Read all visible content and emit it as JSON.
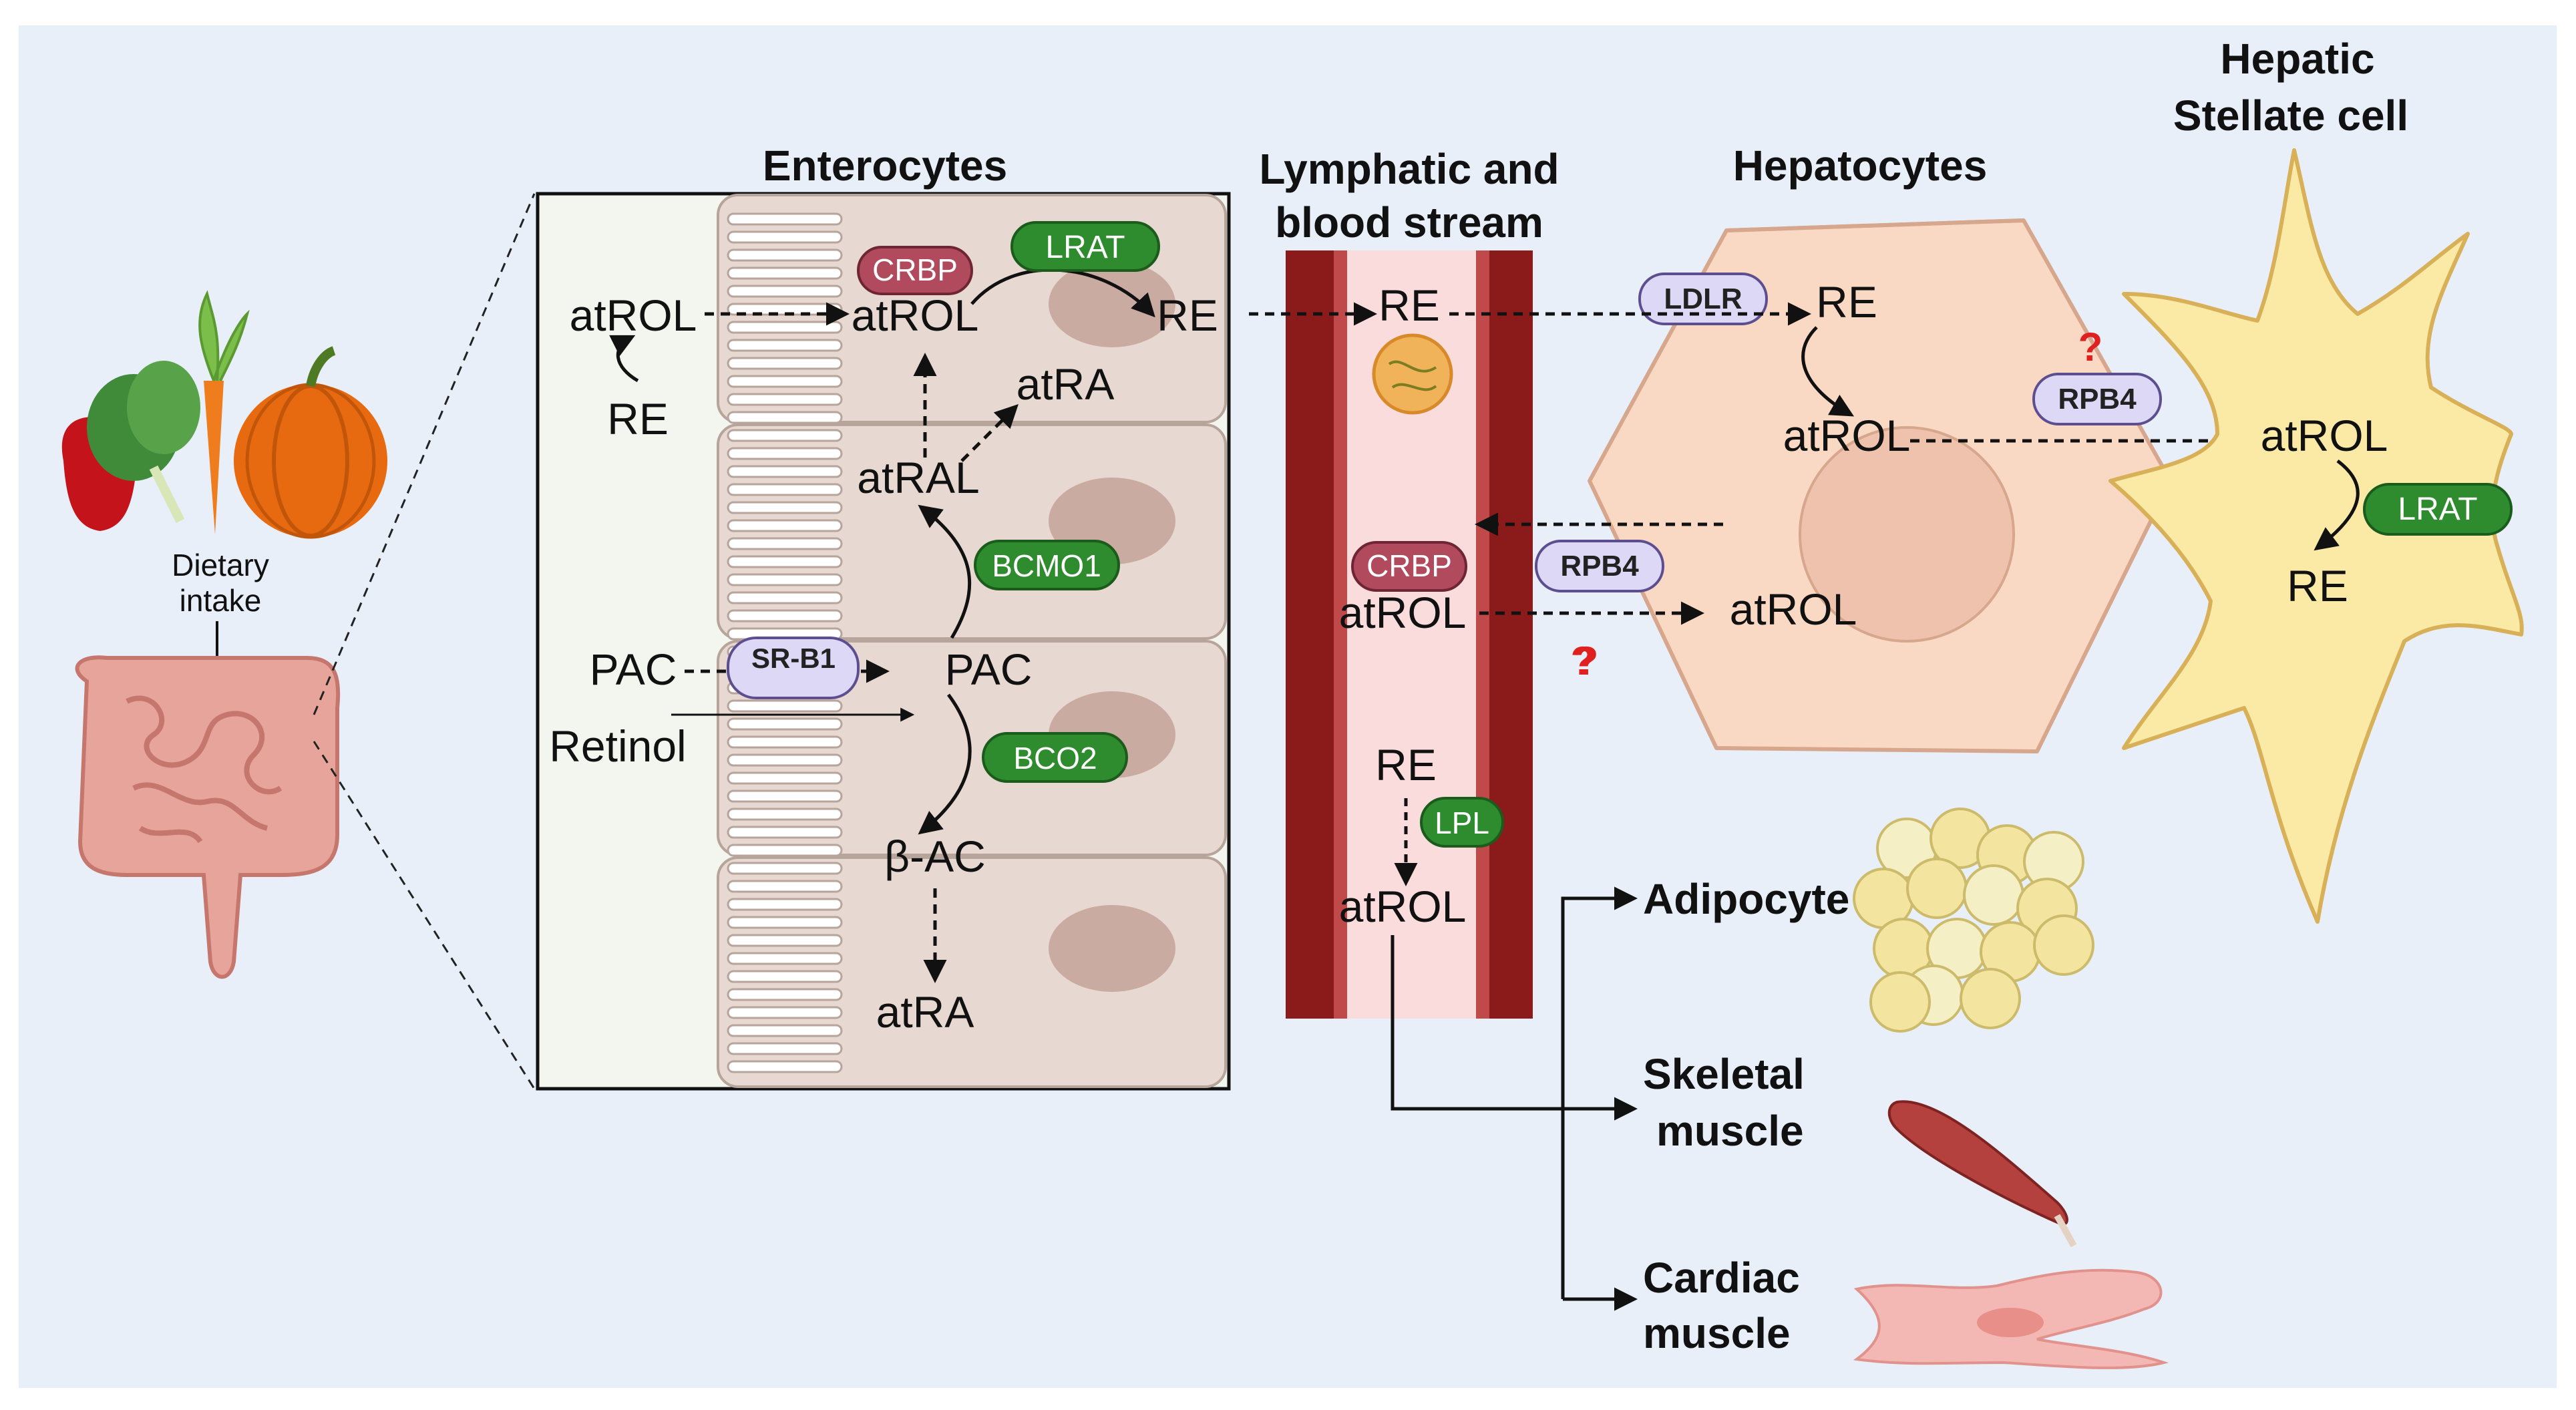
{
  "colors": {
    "background": "#e8eff8",
    "enzyme_green": "#2e8b2e",
    "binding_protein": "#b24a5e",
    "receptor_lilac": "#ddd8f5",
    "vessel_wall": "#8b1a1a",
    "hepatocyte": "#f9d9c4",
    "stellate": "#fbe9a6",
    "question_red": "#e0201f"
  },
  "titles": {
    "enterocytes": "Enterocytes",
    "lymphatic_1": "Lymphatic and",
    "lymphatic_2": "blood stream",
    "hepatocytes": "Hepatocytes",
    "stellate_1": "Hepatic",
    "stellate_2": "Stellate cell"
  },
  "intake": {
    "dietary": "Dietary",
    "intake": "intake"
  },
  "enterocyte": {
    "atrol_lumen": "atROL",
    "re_lumen": "RE",
    "crbp": "CRBP",
    "lrat": "LRAT",
    "atrol_cell": "atROL",
    "re_cell": "RE",
    "atra_top": "atRA",
    "atral": "atRAL",
    "bcmo1": "BCMO1",
    "pac_lumen": "PAC",
    "srb1": "SR-B1",
    "pac_cell": "PAC",
    "retinol": "Retinol",
    "bco2": "BCO2",
    "bac": "β-AC",
    "atra_bottom": "atRA"
  },
  "stream": {
    "re_top": "RE",
    "crbp": "CRBP",
    "atrol_mid": "atROL",
    "question": "?",
    "re_bottom": "RE",
    "lpl": "LPL",
    "atrol_bottom": "atROL"
  },
  "hepatocyte_labels": {
    "ldlr": "LDLR",
    "re": "RE",
    "atrol": "atROL",
    "rpb4_left": "RPB4",
    "atrol_uptake": "atROL",
    "question": "?"
  },
  "stellate_labels": {
    "rpb4": "RPB4",
    "question": "?",
    "atrol": "atROL",
    "lrat": "LRAT",
    "re": "RE"
  },
  "targets": {
    "adipocyte": "Adipocyte",
    "skeletal_1": "Skeletal",
    "skeletal_2": "muscle",
    "cardiac_1": "Cardiac",
    "cardiac_2": "muscle"
  }
}
